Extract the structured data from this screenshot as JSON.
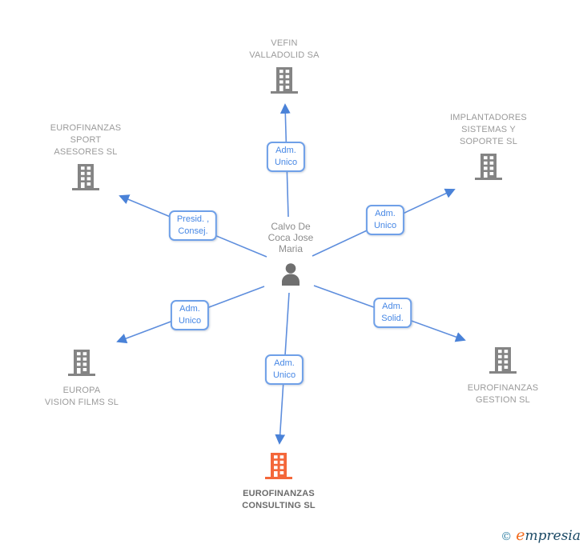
{
  "diagram": {
    "person": {
      "name_lines": [
        "Calvo De",
        "Coca Jose",
        "Maria"
      ]
    },
    "companies": [
      {
        "id": "vefin-valladolid",
        "lines": [
          "VEFIN",
          "VALLADOLID SA"
        ],
        "highlighted": false
      },
      {
        "id": "eurofinanzas-sport",
        "lines": [
          "EUROFINANZAS",
          "SPORT",
          "ASESORES SL"
        ],
        "highlighted": false
      },
      {
        "id": "implantadores-sistemas",
        "lines": [
          "IMPLANTADORES",
          "SISTEMAS Y",
          "SOPORTE SL"
        ],
        "highlighted": false
      },
      {
        "id": "europa-vision",
        "lines": [
          "EUROPA",
          "VISION FILMS SL"
        ],
        "highlighted": false
      },
      {
        "id": "eurofinanzas-gestion",
        "lines": [
          "EUROFINANZAS",
          "GESTION SL"
        ],
        "highlighted": false
      },
      {
        "id": "eurofinanzas-consulting",
        "lines": [
          "EUROFINANZAS",
          "CONSULTING SL"
        ],
        "highlighted": true
      }
    ],
    "relationships": [
      {
        "target": "vefin-valladolid",
        "lines": [
          "Adm.",
          "Unico"
        ]
      },
      {
        "target": "eurofinanzas-sport",
        "lines": [
          "Presid. ,",
          "Consej."
        ]
      },
      {
        "target": "implantadores-sistemas",
        "lines": [
          "Adm.",
          "Unico"
        ]
      },
      {
        "target": "europa-vision",
        "lines": [
          "Adm.",
          "Unico"
        ]
      },
      {
        "target": "eurofinanzas-gestion",
        "lines": [
          "Adm.",
          "Solid."
        ]
      },
      {
        "target": "eurofinanzas-consulting",
        "lines": [
          "Adm.",
          "Unico"
        ]
      }
    ],
    "colors": {
      "edge_line": "#5e8edd",
      "arrowhead": "#4a82d8",
      "label_border": "#6fa0e8",
      "label_text": "#4687e5",
      "company_text": "#9a9a9a",
      "highlight_company_text": "#6b6b6b",
      "building_gray": "#848484",
      "building_highlight_orange": "#f4673a",
      "person_icon": "#6f6f6f"
    },
    "watermark": {
      "copyright": "©",
      "brand_initial": "e",
      "brand_rest": "mpresia"
    }
  }
}
